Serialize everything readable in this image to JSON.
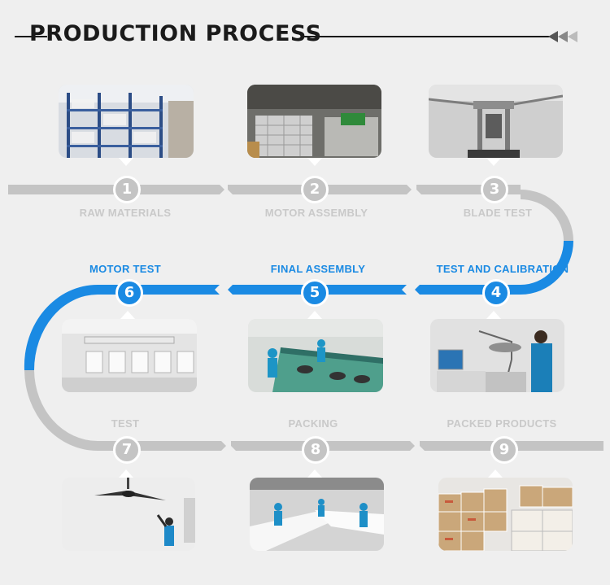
{
  "title": "PRODUCTION PROCESS",
  "colors": {
    "accent": "#1a8ae3",
    "inactive": "#c4c4c4",
    "background": "#efefef"
  },
  "steps": [
    {
      "number": "1",
      "label": "RAW MATERIALS",
      "photo": "warehouse-shelves-photo"
    },
    {
      "number": "2",
      "label": "MOTOR ASSEMBLY",
      "photo": "motor-parts-bins-photo"
    },
    {
      "number": "3",
      "label": "BLADE TEST",
      "photo": "blade-test-machine-photo"
    },
    {
      "number": "4",
      "label": "TEST AND CALIBRATION",
      "photo": "calibration-lab-photo"
    },
    {
      "number": "5",
      "label": "FINAL ASSEMBLY",
      "photo": "assembly-line-photo"
    },
    {
      "number": "6",
      "label": "MOTOR TEST",
      "photo": "motor-test-rack-photo"
    },
    {
      "number": "7",
      "label": "TEST",
      "photo": "ceiling-fan-test-photo"
    },
    {
      "number": "8",
      "label": "PACKING",
      "photo": "packing-line-photo"
    },
    {
      "number": "9",
      "label": "PACKED PRODUCTS",
      "photo": "packed-boxes-photo"
    }
  ]
}
